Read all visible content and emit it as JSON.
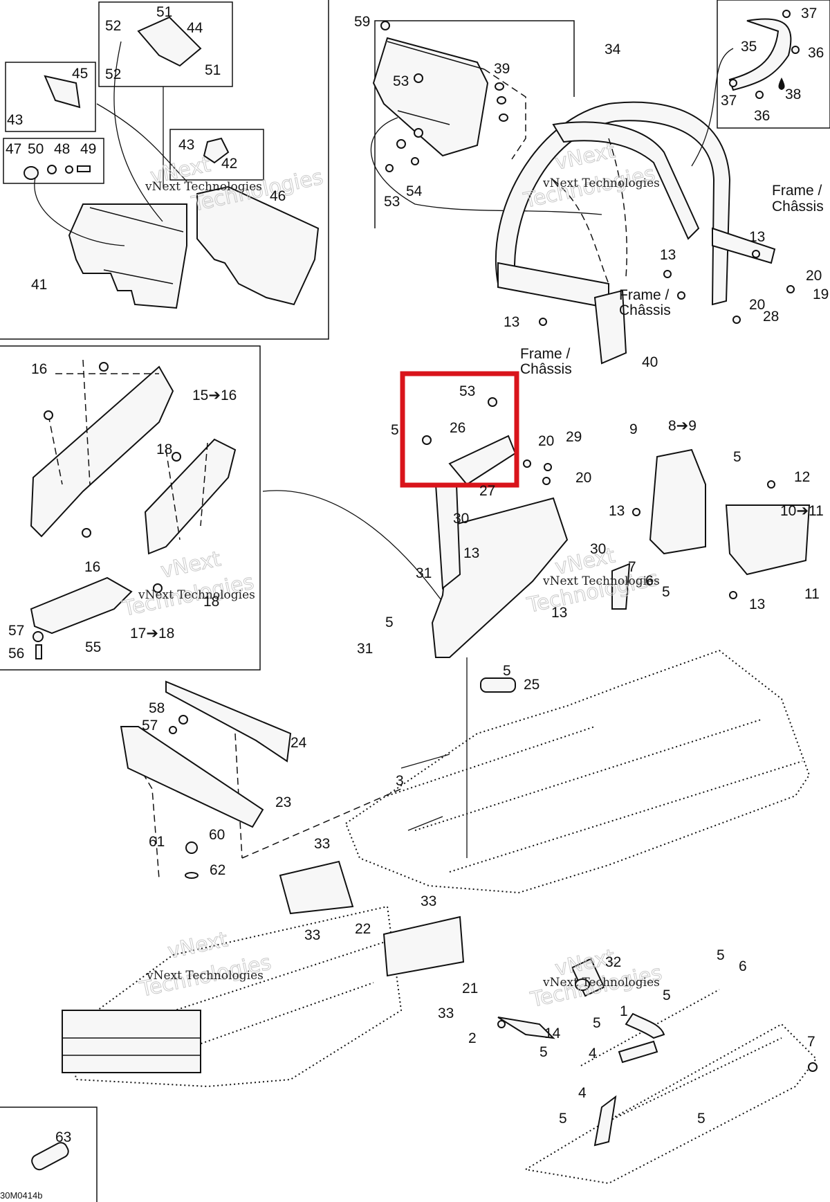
{
  "watermark": {
    "line1": "vNext Technologies",
    "line2": "vNext",
    "line3": "Technologies"
  },
  "frame_labels": {
    "top_right": [
      "Frame /",
      "Châssis"
    ],
    "middle": [
      "Frame /",
      "Châssis"
    ],
    "lower": [
      "Frame /",
      "Châssis"
    ]
  },
  "highlight": {
    "color": "#d9141b",
    "parts": [
      "53",
      "5",
      "26"
    ]
  },
  "drawing_code": "30M0414b",
  "callouts": {
    "inset_a": [
      "52",
      "51",
      "44",
      "52",
      "51",
      "45",
      "43",
      "47",
      "50",
      "48",
      "49",
      "43",
      "42",
      "46",
      "41"
    ],
    "inset_b": [
      "59",
      "39",
      "53",
      "53",
      "54"
    ],
    "inset_c": [
      "37",
      "35",
      "36",
      "37",
      "38",
      "36"
    ],
    "rollbar": [
      "34",
      "13",
      "13",
      "20",
      "19",
      "20",
      "28",
      "13",
      "40"
    ],
    "inset_d": [
      "16",
      "15➔16",
      "18",
      "16",
      "18",
      "17➔18",
      "57",
      "55",
      "56"
    ],
    "center": [
      "53",
      "26",
      "5",
      "20",
      "29",
      "20",
      "27",
      "30",
      "13",
      "31",
      "30",
      "7",
      "6",
      "5",
      "13",
      "5",
      "31",
      "5",
      "25"
    ],
    "right_panel": [
      "9",
      "8➔9",
      "5",
      "12",
      "10➔11",
      "13",
      "11",
      "13"
    ],
    "lower": [
      "58",
      "57",
      "24",
      "23",
      "3",
      "61",
      "60",
      "62",
      "33",
      "22",
      "33",
      "33",
      "21",
      "33",
      "32",
      "5",
      "6",
      "1",
      "5",
      "5",
      "14",
      "2",
      "5",
      "4",
      "7",
      "4",
      "5",
      "5",
      "63"
    ]
  }
}
